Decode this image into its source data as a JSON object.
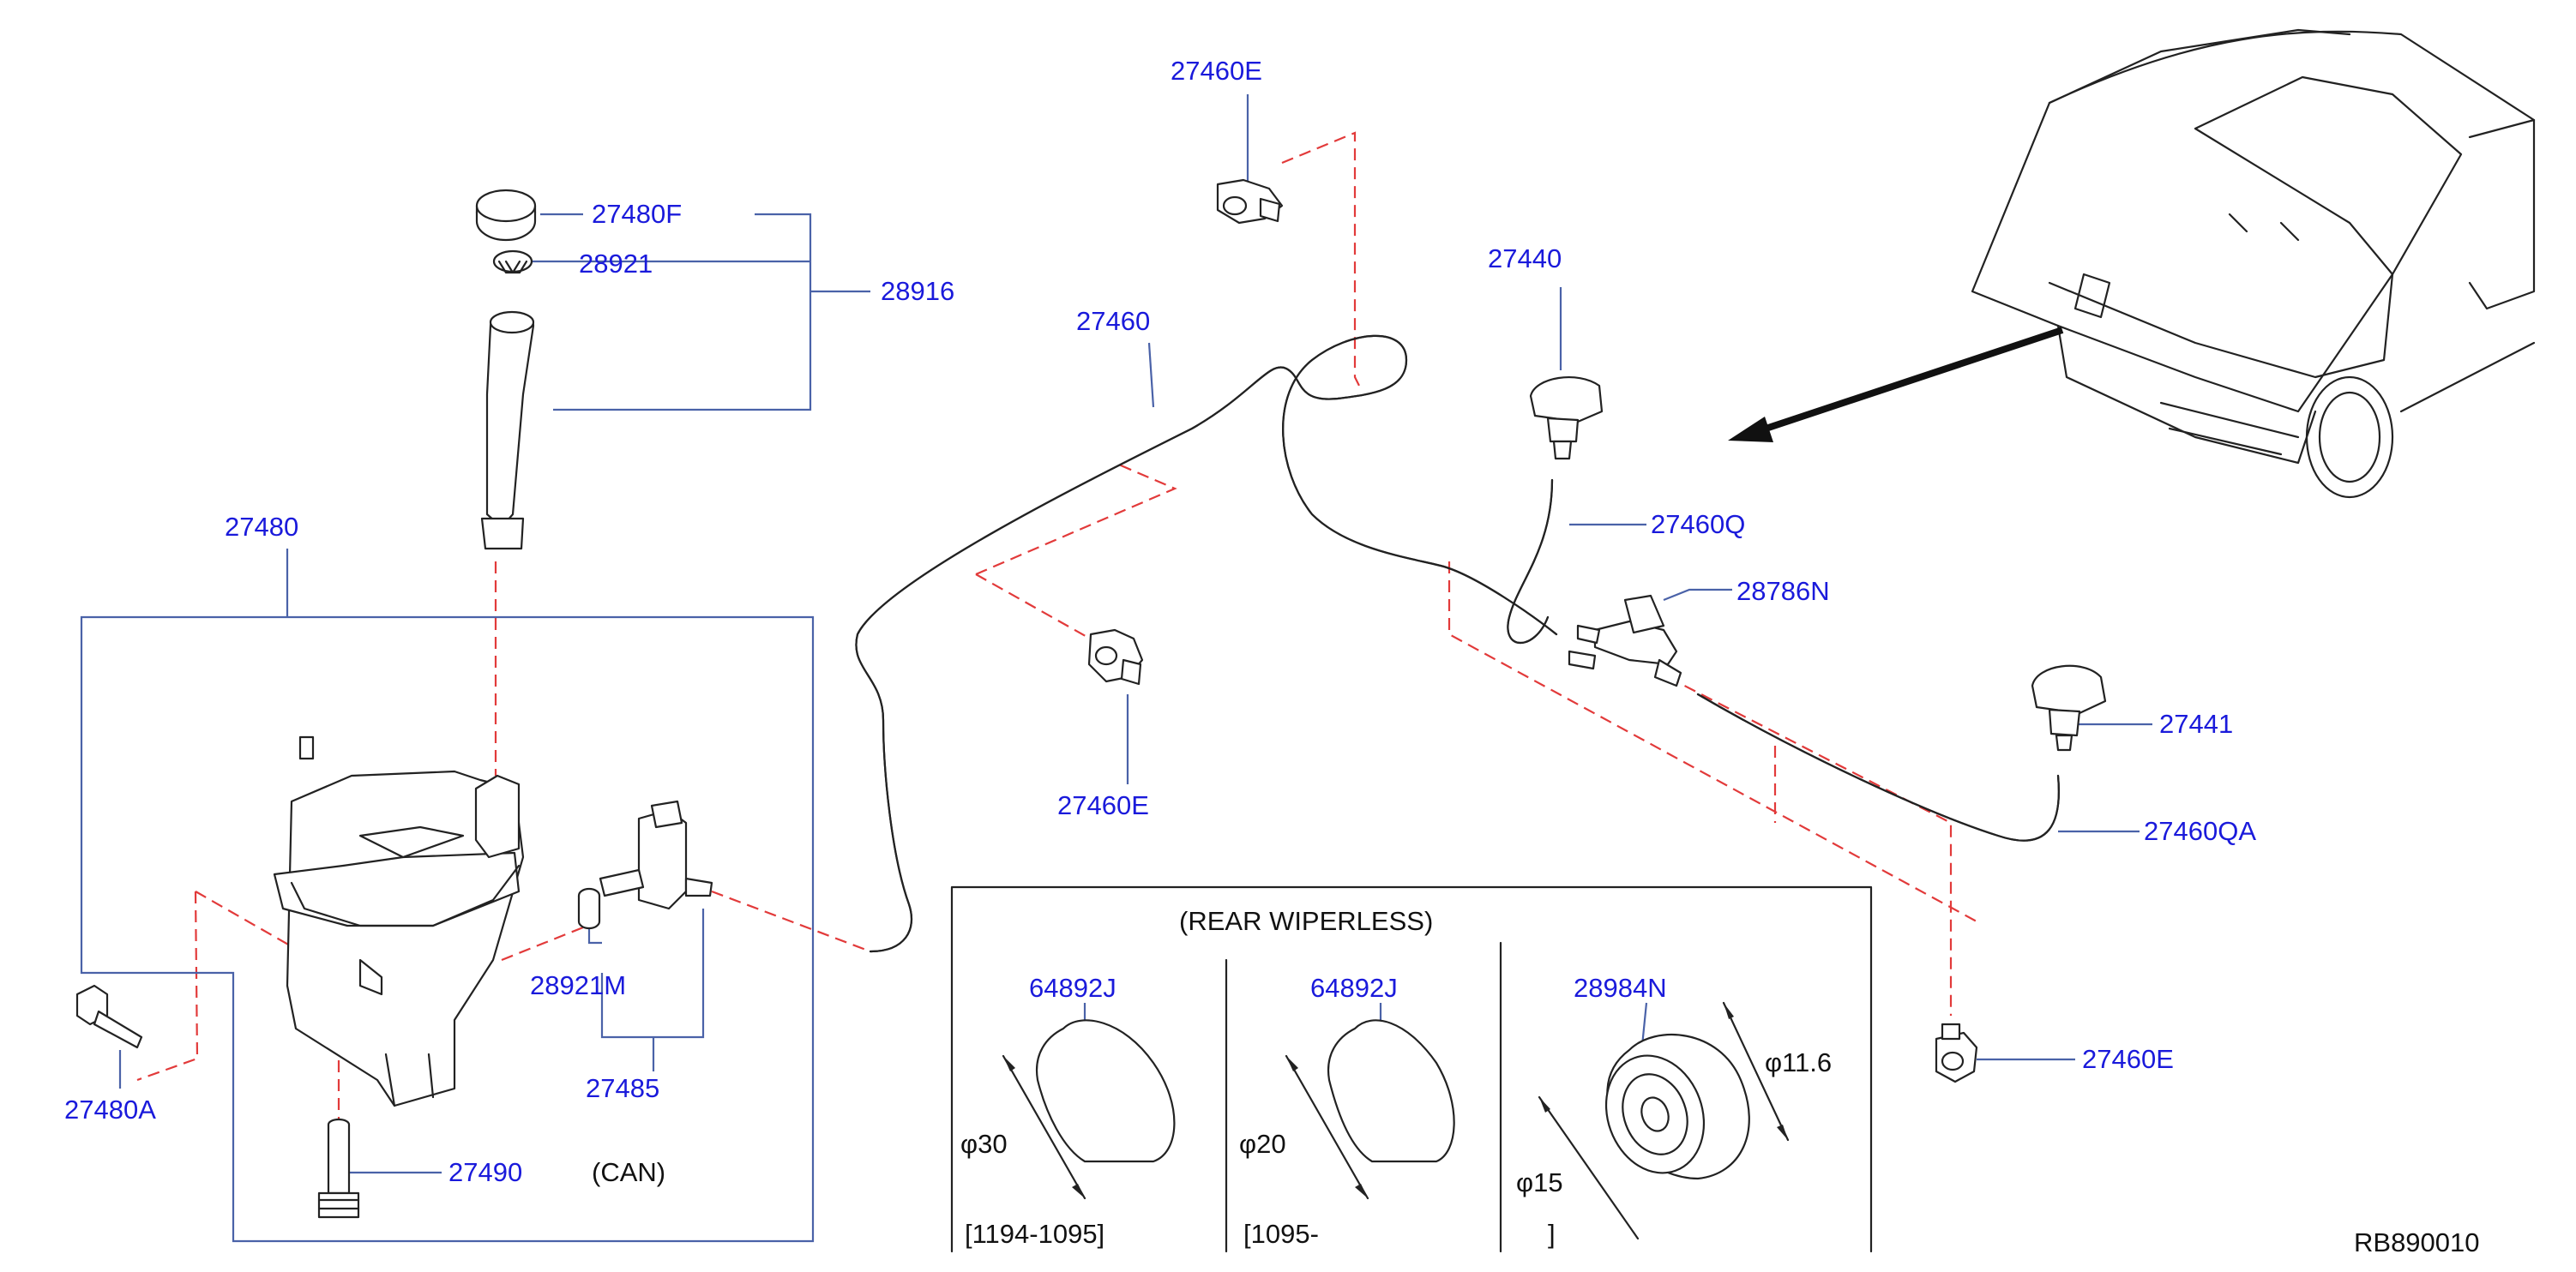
{
  "callouts": {
    "p27460E_top": "27460E",
    "p27480F": "27480F",
    "p28921": "28921",
    "p28916": "28916",
    "p27460": "27460",
    "p27440": "27440",
    "p27480": "27480",
    "p27460Q": "27460Q",
    "p28786N": "28786N",
    "p27460E_mid": "27460E",
    "p27441": "27441",
    "p27460QA": "27460QA",
    "p28921M": "28921M",
    "p27485": "27485",
    "p27460E_bot": "27460E",
    "p27480A": "27480A",
    "p27490": "27490",
    "p64892J_a": "64892J",
    "p64892J_b": "64892J",
    "p28984N": "28984N"
  },
  "notes": {
    "rear_wiperless": "(REAR   WIPERLESS)",
    "can": "(CAN)",
    "dia30": "φ30",
    "dia20": "φ20",
    "dia15": "φ15",
    "dia11_6": "φ11.6",
    "date_a": "[1194-1095]",
    "date_b": "[1095-",
    "date_c": "]",
    "ref_code": "RB890010"
  },
  "colors": {
    "callout": "#1a1adb",
    "leader": "#4a62a8",
    "dashed_guide": "#e23a3a",
    "ink": "#222222"
  }
}
